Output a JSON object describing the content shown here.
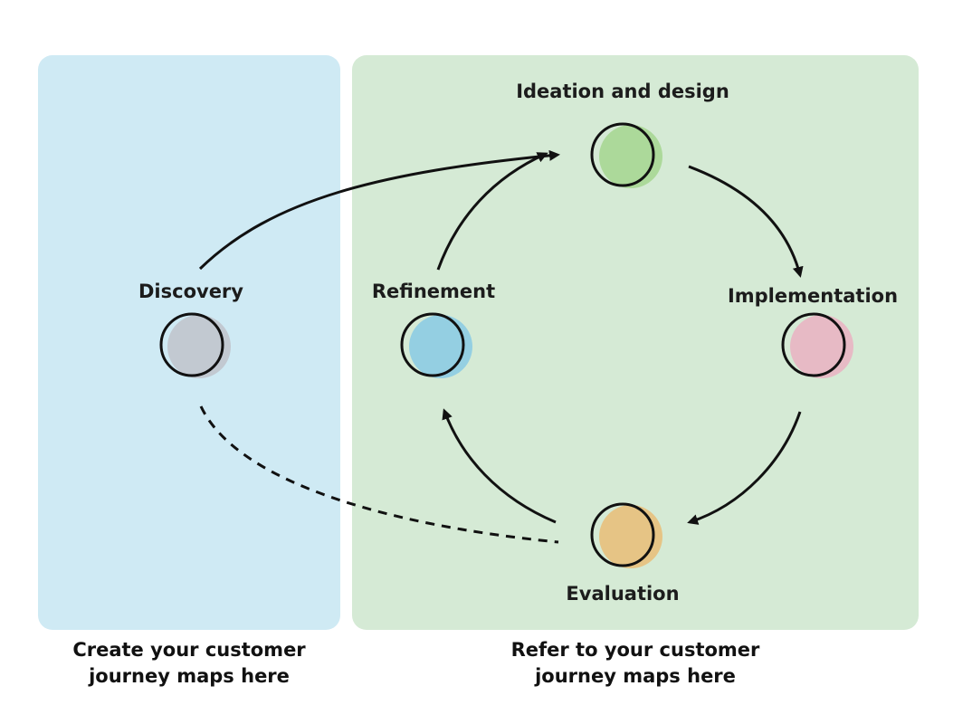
{
  "panels": {
    "left": {
      "color": "#cfeaf4",
      "caption": [
        "Create your customer",
        "journey maps here"
      ]
    },
    "right": {
      "color": "#d5ead5",
      "caption": [
        "Refer to your customer",
        "journey maps here"
      ]
    }
  },
  "nodes": {
    "discovery": {
      "label": "Discovery",
      "color": "#c2c9d1"
    },
    "ideation": {
      "label": "Ideation and design",
      "color": "#acd99a"
    },
    "implementation": {
      "label": "Implementation",
      "color": "#e7bac5"
    },
    "evaluation": {
      "label": "Evaluation",
      "color": "#e6c485"
    },
    "refinement": {
      "label": "Refinement",
      "color": "#94cfe2"
    }
  },
  "edges": [
    {
      "from": "Discovery",
      "to": "Ideation and design",
      "style": "solid"
    },
    {
      "from": "Ideation and design",
      "to": "Implementation",
      "style": "solid"
    },
    {
      "from": "Implementation",
      "to": "Evaluation",
      "style": "solid"
    },
    {
      "from": "Evaluation",
      "to": "Refinement",
      "style": "solid"
    },
    {
      "from": "Refinement",
      "to": "Ideation and design",
      "style": "solid"
    },
    {
      "from": "Evaluation",
      "to": "Discovery",
      "style": "dashed"
    }
  ]
}
